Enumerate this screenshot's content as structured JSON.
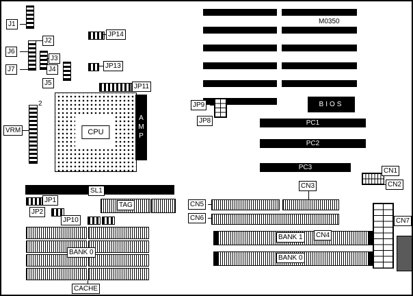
{
  "board": {
    "model": "M0350"
  },
  "labels": {
    "j1": "J1",
    "j2": "J2",
    "j3": "J3",
    "j4": "J4",
    "j5": "J5",
    "j6": "J6",
    "j7": "J7",
    "jp1": "JP1",
    "jp2": "JP2",
    "jp8": "JP8",
    "jp9": "JP9",
    "jp10": "JP10",
    "jp11": "JP11",
    "jp13": "JP13",
    "jp14": "JP14",
    "vrm": "VRM",
    "vrm_pin2": "2",
    "cpu": "CPU",
    "amp": "AMP",
    "bios": "BIOS",
    "pc1": "PC1",
    "pc2": "PC2",
    "pc3": "PC3",
    "cn1": "CN1",
    "cn2": "CN2",
    "cn3": "CN3",
    "cn4": "CN4",
    "cn5": "CN5",
    "cn6": "CN6",
    "cn7": "CN7",
    "sl1": "SL1",
    "tag": "TAG",
    "cache_bank0": "BANK 0",
    "cache": "CACHE",
    "simm_bank1": "BANK 1",
    "simm_bank0": "BANK 0"
  }
}
